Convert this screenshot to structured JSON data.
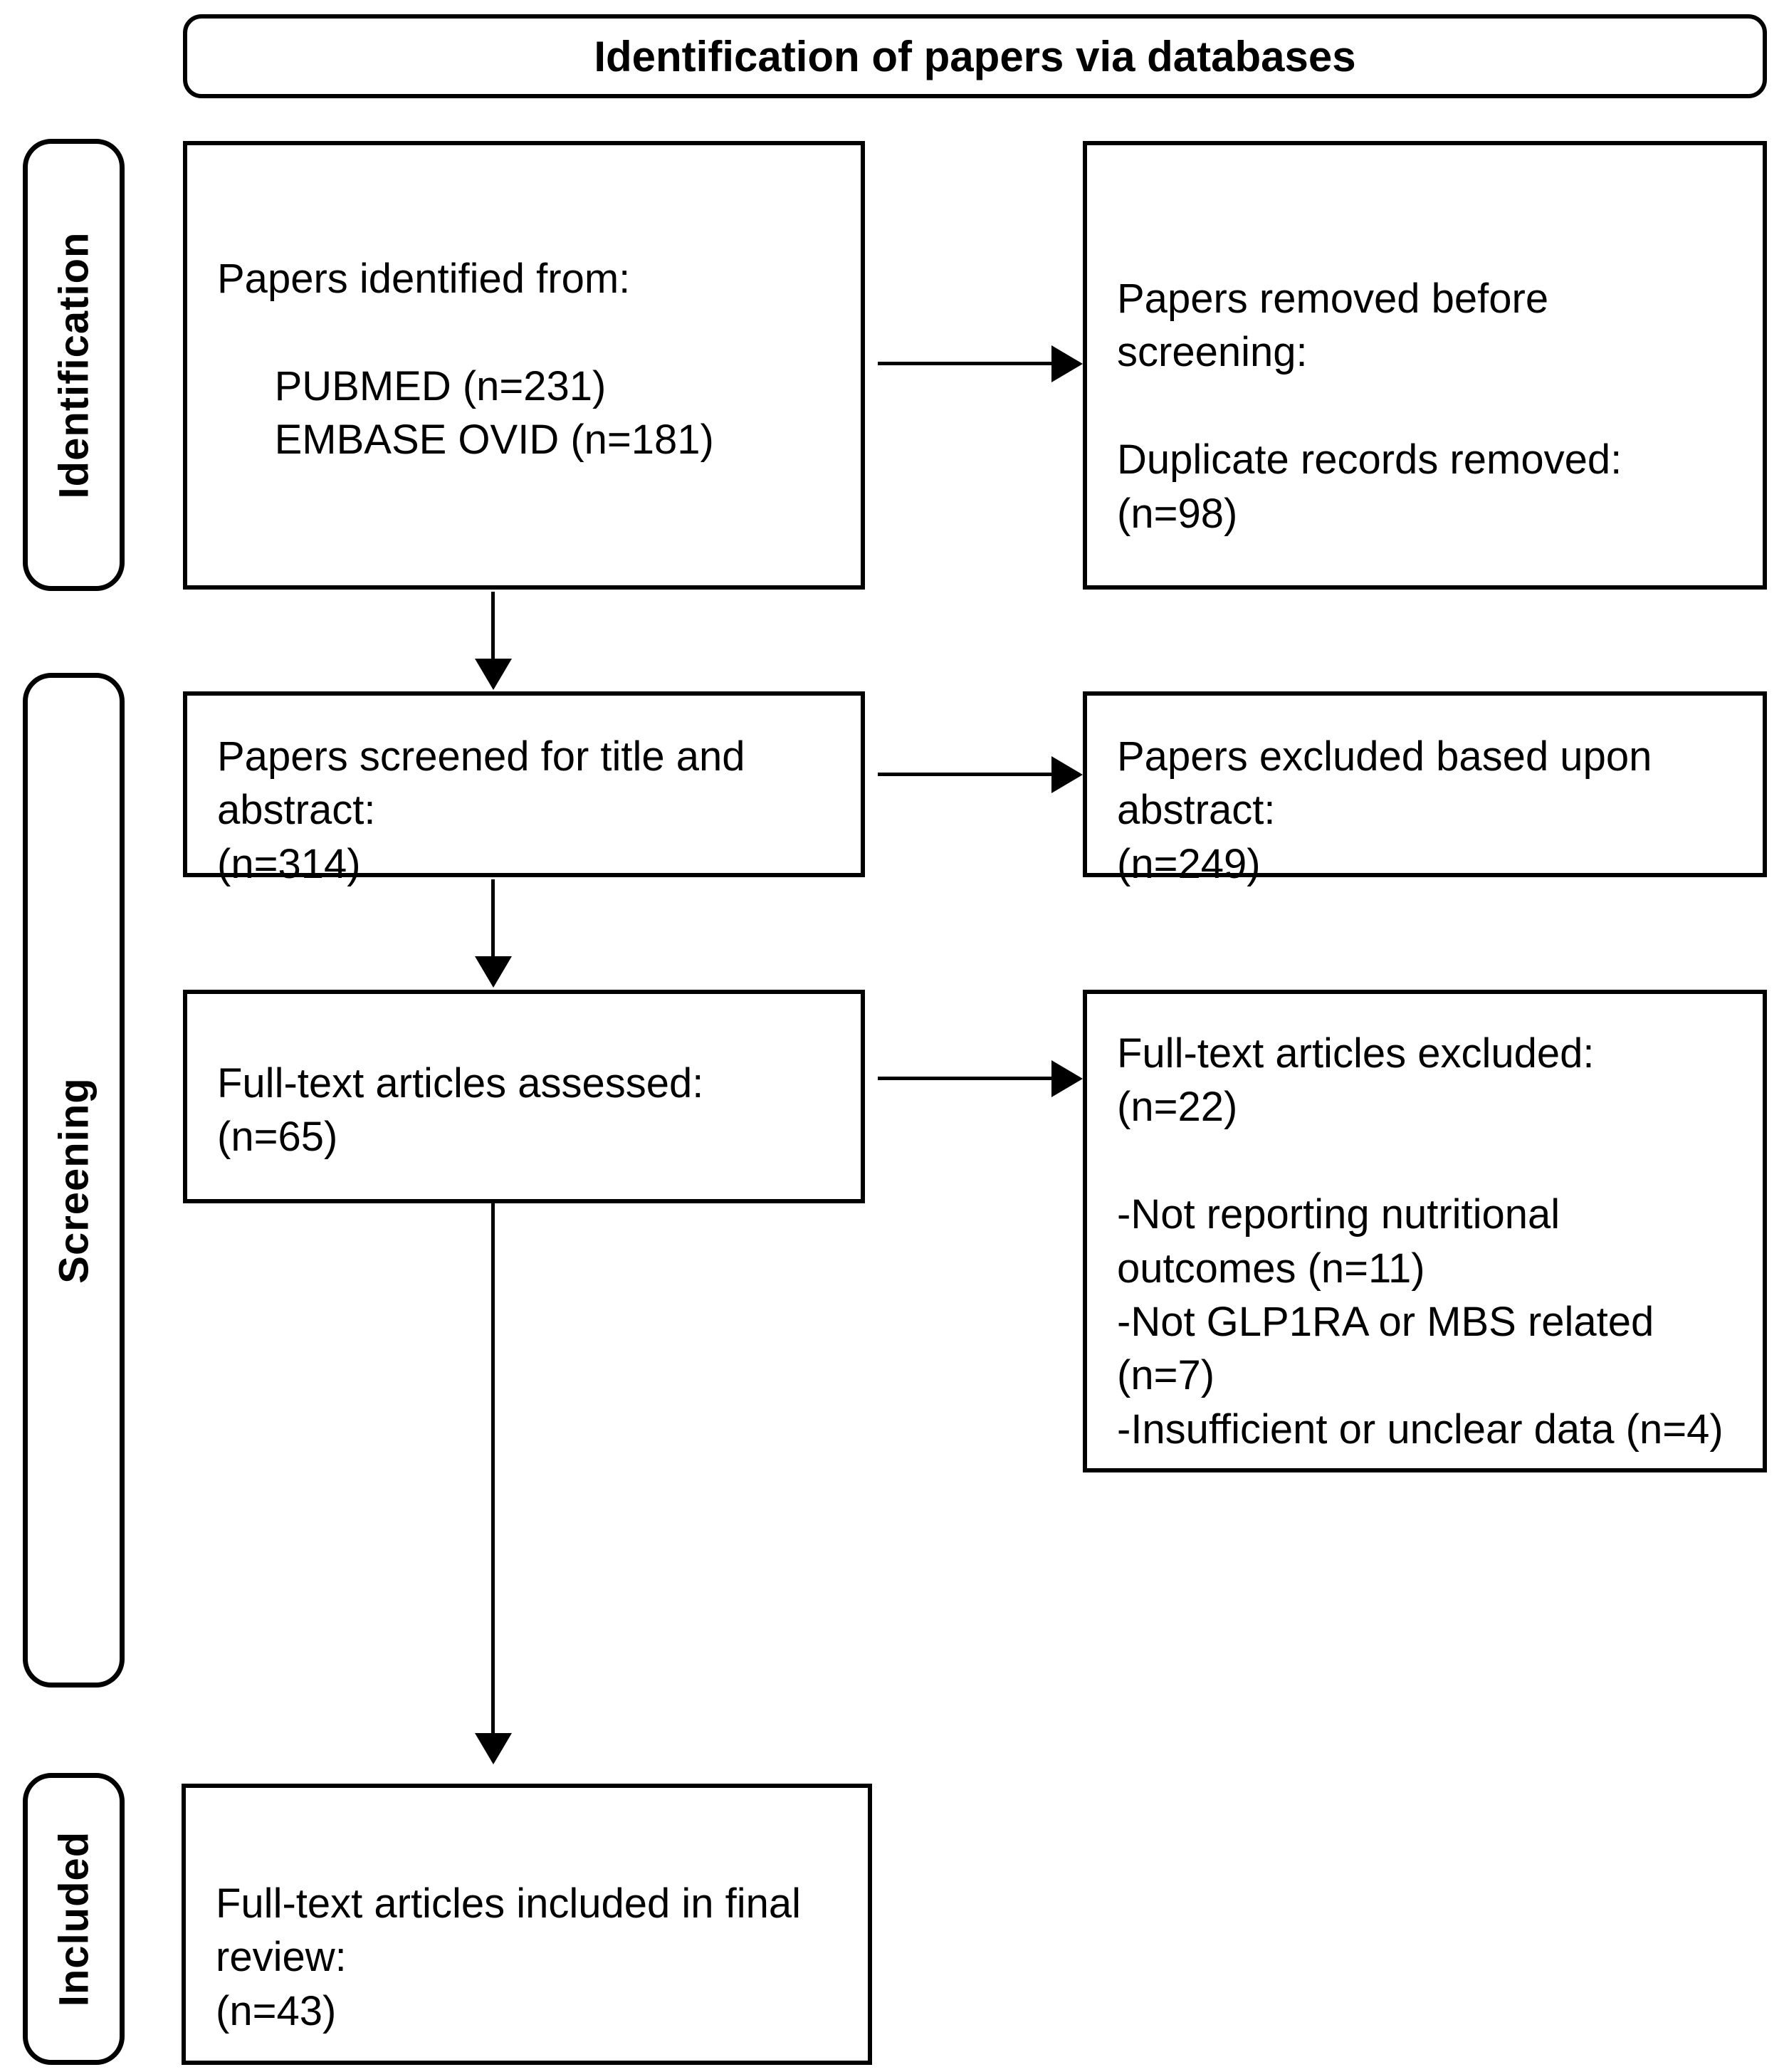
{
  "header": {
    "title": "Identification of papers via databases"
  },
  "stages": [
    {
      "id": "identification",
      "label": "Identification"
    },
    {
      "id": "screening",
      "label": "Screening"
    },
    {
      "id": "included",
      "label": "Included"
    }
  ],
  "boxes": {
    "identified": {
      "title": "Papers identified from:",
      "sources": [
        "PUBMED (n=231)",
        "EMBASE OVID (n=181)"
      ],
      "text": "Papers identified from:\n\n     PUBMED (n=231)\n     EMBASE OVID (n=181)"
    },
    "removed": {
      "title": "Papers removed before screening:",
      "detail": "Duplicate records removed: (n=98)",
      "text": "Papers removed before\nscreening:\n\nDuplicate records removed:\n(n=98)"
    },
    "screened": {
      "title": "Papers screened for title and abstract:",
      "count": "(n=314)",
      "text": "Papers screened for title and\nabstract:\n(n=314)"
    },
    "excluded_abstract": {
      "title": "Papers excluded based upon abstract:",
      "count": "(n=249)",
      "text": "Papers excluded based upon\nabstract:\n(n=249)"
    },
    "fulltext_assessed": {
      "title": "Full-text articles assessed:",
      "count": "(n=65)",
      "text": "Full-text articles assessed:\n(n=65)"
    },
    "excluded_fulltext": {
      "title": "Full-text articles excluded:",
      "count": "(n=22)",
      "reasons": [
        "-Not reporting nutritional outcomes (n=11)",
        "-Not GLP1RA or MBS related (n=7)",
        "-Insufficient or unclear data (n=4)"
      ],
      "text": "Full-text articles excluded:\n(n=22)\n\n-Not reporting nutritional\noutcomes (n=11)\n-Not GLP1RA or MBS related\n(n=7)\n-Insufficient or unclear data (n=4)"
    },
    "included": {
      "title": "Full-text articles included in final review:",
      "count": "(n=43)",
      "text": "Full-text articles included in final\nreview:\n(n=43)"
    }
  },
  "connectors": [
    {
      "id": "identified-to-removed",
      "direction": "right"
    },
    {
      "id": "identified-to-screened",
      "direction": "down"
    },
    {
      "id": "screened-to-excluded-abstract",
      "direction": "right"
    },
    {
      "id": "screened-to-fulltext",
      "direction": "down"
    },
    {
      "id": "fulltext-to-excluded-fulltext",
      "direction": "right"
    },
    {
      "id": "fulltext-to-included",
      "direction": "down"
    }
  ],
  "colors": {
    "stroke": "#000000",
    "background": "#ffffff",
    "text": "#000000"
  }
}
